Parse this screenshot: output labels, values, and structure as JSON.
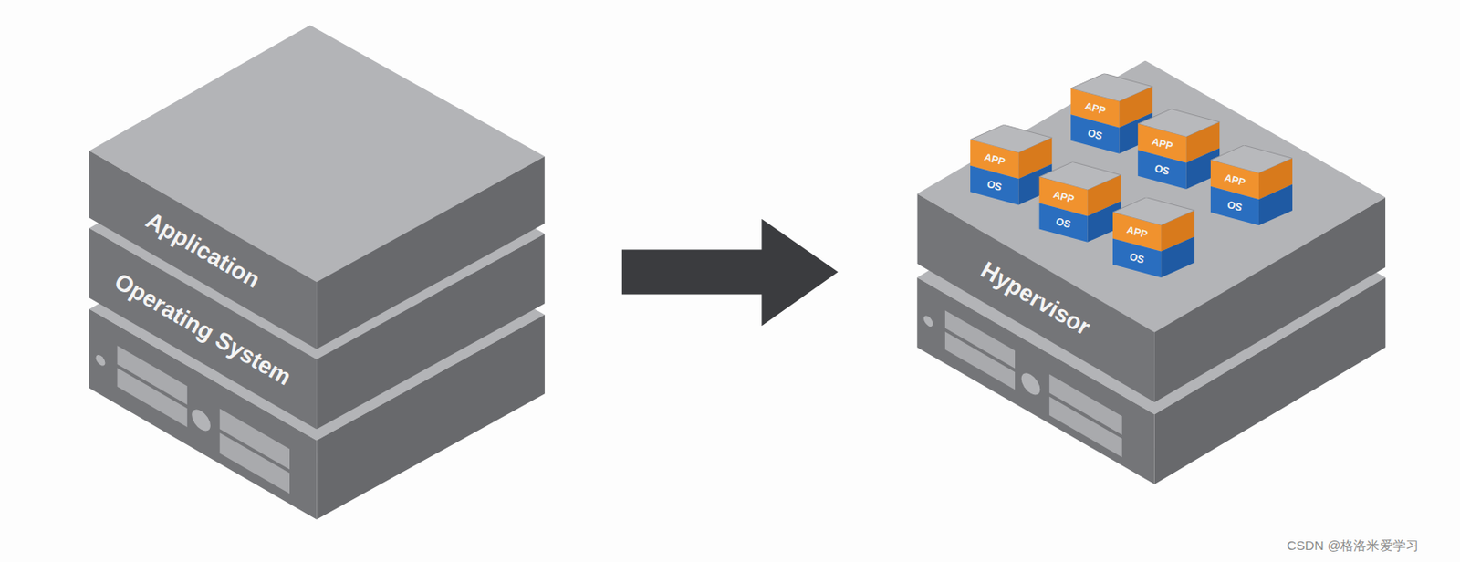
{
  "diagram": {
    "nodes": [
      {
        "text": [
          "Application"
        ]
      },
      {
        "text": [
          "Operating System"
        ]
      },
      {
        "text": [
          "Hypervisor"
        ]
      },
      {
        "text": [
          "APP",
          "OS"
        ],
        "in": 2
      },
      {
        "text": [
          "APP",
          "OS"
        ],
        "in": 2
      },
      {
        "text": [
          "APP",
          "OS"
        ],
        "in": 2
      },
      {
        "text": [
          "APP",
          "OS"
        ],
        "in": 2
      },
      {
        "text": [
          "APP",
          "OS"
        ],
        "in": 2
      },
      {
        "text": [
          "APP",
          "OS"
        ],
        "in": 2
      }
    ],
    "labels": [
      "CSDN @格洛米爱学习"
    ]
  }
}
